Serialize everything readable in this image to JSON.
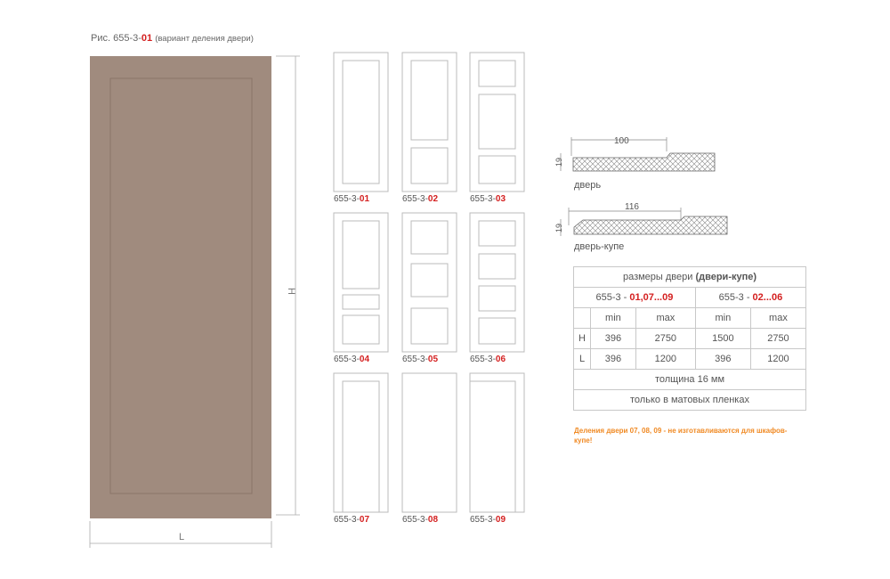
{
  "caption": {
    "prefix": "Рис. 655-3-",
    "code": "01",
    "note": "(вариант деления двери)"
  },
  "main_door": {
    "color": "#a08b7e",
    "height_label": "H",
    "width_label": "L"
  },
  "variants": [
    {
      "prefix": "655-3-",
      "code": "01"
    },
    {
      "prefix": "655-3-",
      "code": "02"
    },
    {
      "prefix": "655-3-",
      "code": "03"
    },
    {
      "prefix": "655-3-",
      "code": "04"
    },
    {
      "prefix": "655-3-",
      "code": "05"
    },
    {
      "prefix": "655-3-",
      "code": "06"
    },
    {
      "prefix": "655-3-",
      "code": "07"
    },
    {
      "prefix": "655-3-",
      "code": "08"
    },
    {
      "prefix": "655-3-",
      "code": "09"
    }
  ],
  "profiles": {
    "door": {
      "width": "100",
      "thickness": "19",
      "label": "дверь"
    },
    "sliding": {
      "width": "116",
      "thickness": "19",
      "label": "дверь-купе"
    }
  },
  "table": {
    "title_plain": "размеры двери ",
    "title_bold": "(двери-купе)",
    "group1_prefix": "655-3 - ",
    "group1_codes": "01,07...09",
    "group2_prefix": "655-3 - ",
    "group2_codes": "02...06",
    "min_label": "min",
    "max_label": "max",
    "rows": [
      {
        "label": "H",
        "v1": "396",
        "v2": "2750",
        "v3": "1500",
        "v4": "2750"
      },
      {
        "label": "L",
        "v1": "396",
        "v2": "1200",
        "v3": "396",
        "v4": "1200"
      }
    ],
    "thickness": "толщина 16 мм",
    "finish": "только в матовых пленках"
  },
  "warning": "Деления двери 07, 08, 09 - не изготавливаются для шкафов-купе!",
  "colors": {
    "accent_red": "#d42020",
    "warning_orange": "#f08a24",
    "line_gray": "#c8c8c8"
  }
}
